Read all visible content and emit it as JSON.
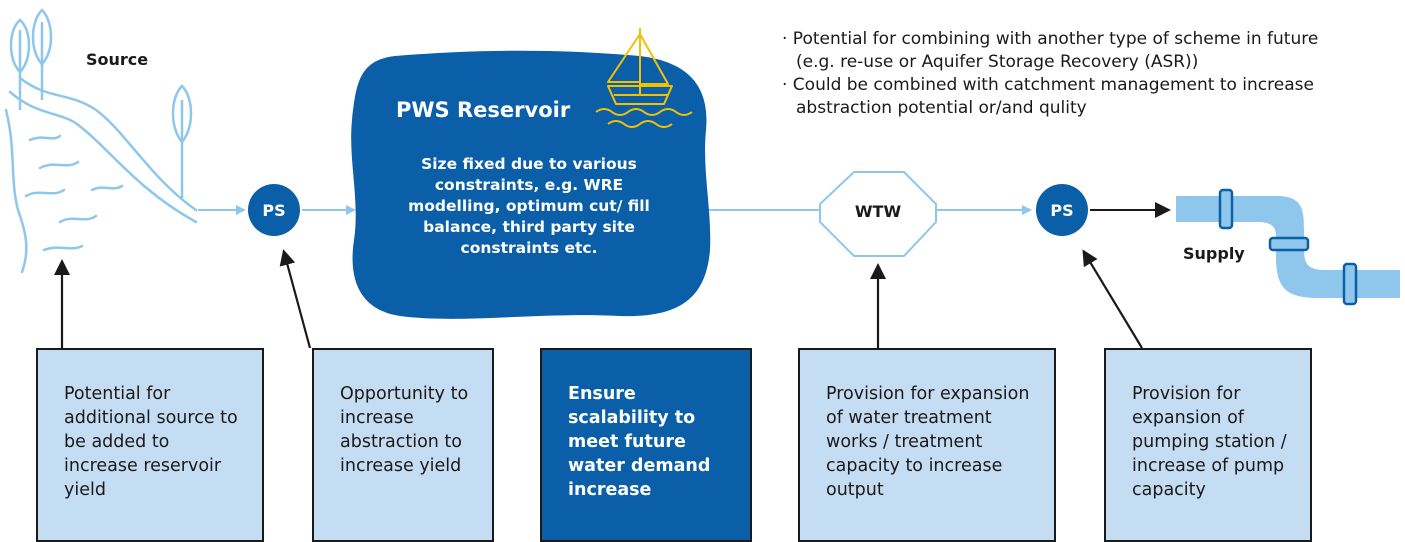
{
  "labels": {
    "source": "Source",
    "pump_station_1": "PS",
    "pump_station_2": "PS",
    "wtw": "WTW",
    "supply": "Supply"
  },
  "reservoir": {
    "title": "PWS Reservoir",
    "description": "Size fixed due to various constraints, e.g. WRE modelling, optimum cut/ fill balance, third party site constraints etc."
  },
  "notes": [
    "· Potential for combining with another type of scheme in future (e.g. re-use or Aquifer Storage Recovery (ASR))",
    "· Could be combined with catchment management to increase abstraction potential or/and qulity"
  ],
  "boxes": [
    {
      "text": "Potential for additional source to be added to increase reservoir yield"
    },
    {
      "text": "Opportunity to increase abstraction to increase yield"
    },
    {
      "text": "Ensure scalability to meet future water demand increase"
    },
    {
      "text": "Provision for expansion of water treatment works / treatment capacity to increase output"
    },
    {
      "text": "Provision for expansion of pumping station / increase of pump capacity"
    }
  ],
  "colors": {
    "dark_blue": "#0b5fa8",
    "light_blue": "#8ec6ec",
    "box_fill": "#c5ddf2",
    "boat": "#f2c200"
  },
  "icons": [
    "river-icon",
    "tree-icon",
    "boat-icon",
    "pipe-icon",
    "arrow-icon"
  ]
}
